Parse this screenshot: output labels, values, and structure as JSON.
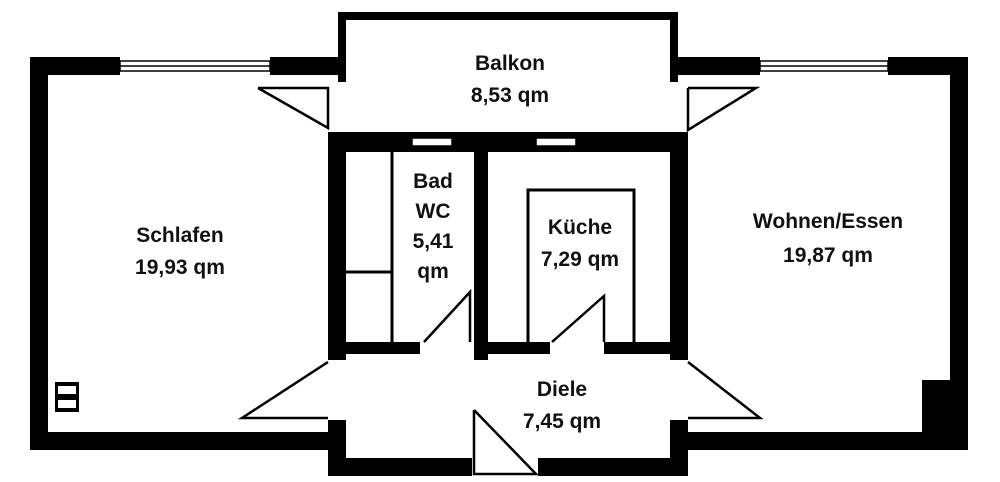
{
  "rooms": [
    {
      "id": "balkon",
      "name": "Balkon",
      "area": "8,53 qm"
    },
    {
      "id": "schlafen",
      "name": "Schlafen",
      "area": "19,93 qm"
    },
    {
      "id": "bad",
      "name_line1": "Bad",
      "name_line2": "WC",
      "area_line1": "5,41",
      "area_line2": "qm"
    },
    {
      "id": "kueche",
      "name": "Küche",
      "area": "7,29 qm"
    },
    {
      "id": "wohnen",
      "name": "Wohnen/Essen",
      "area": "19,87 qm"
    },
    {
      "id": "diele",
      "name": "Diele",
      "area": "7,45 qm"
    }
  ],
  "colors": {
    "wall": "#000000",
    "background": "#ffffff"
  }
}
